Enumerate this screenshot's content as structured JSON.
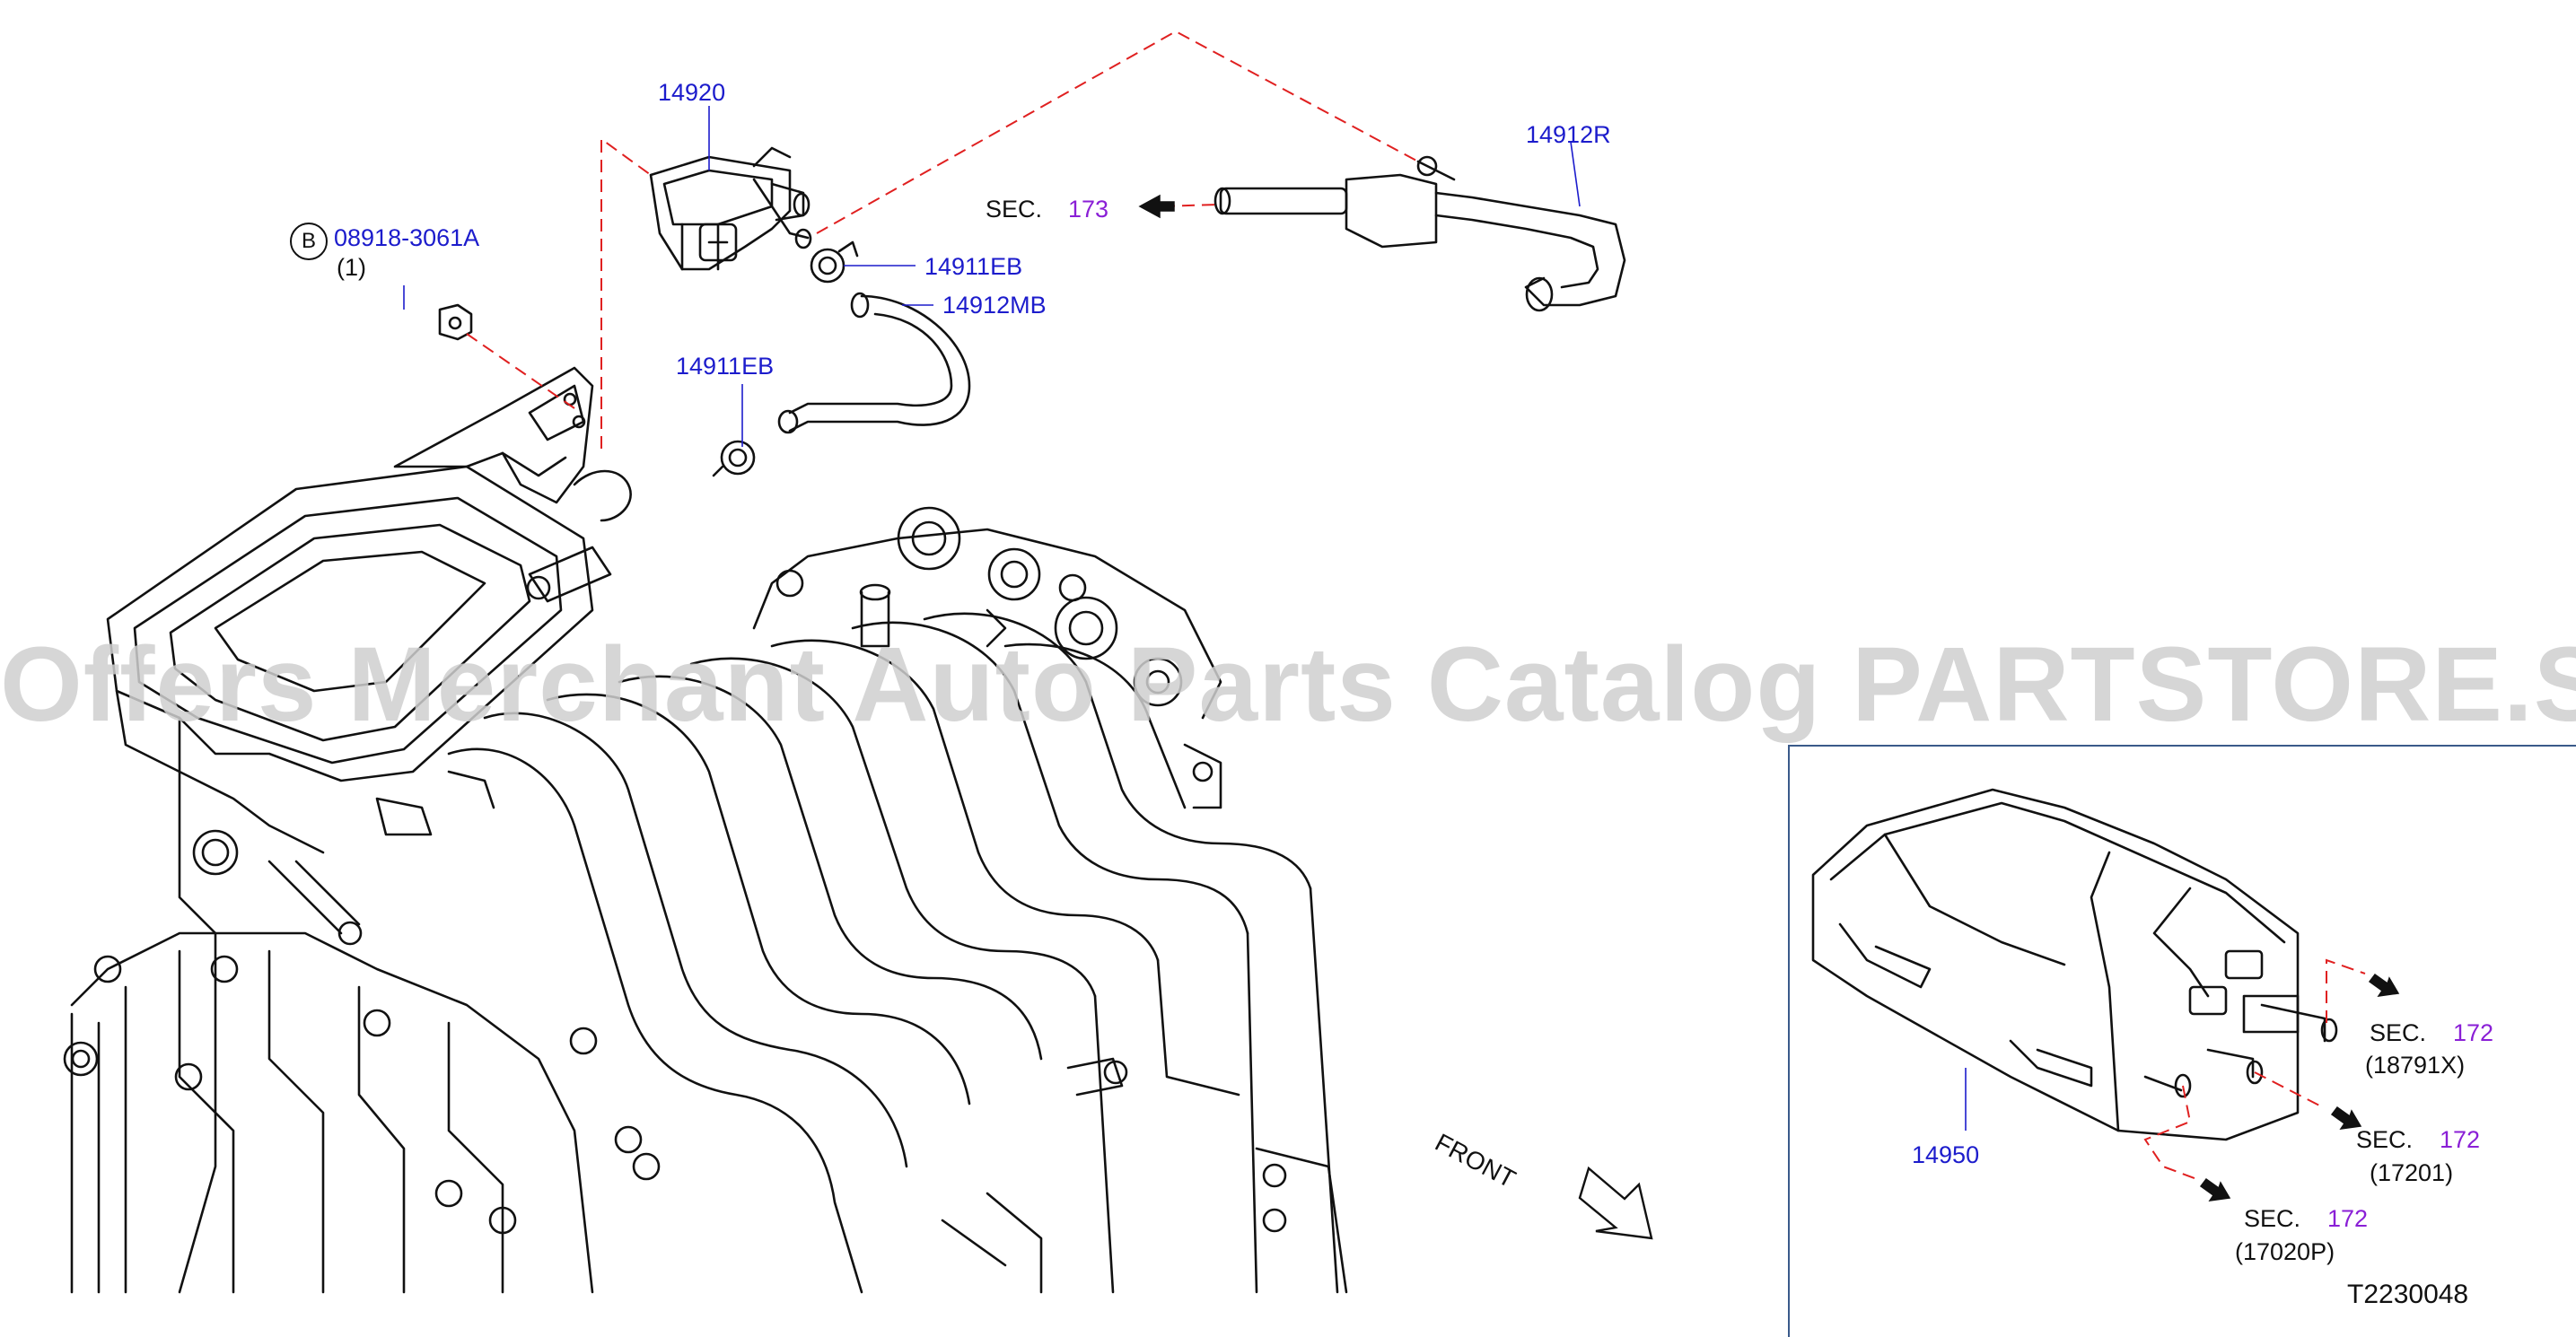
{
  "watermark": "Offers Merchant Auto Parts Catalog PARTSTORE.SA",
  "diagram_id": "T2230048",
  "front_label": "FRONT",
  "fastener": {
    "badge": "B",
    "part_number": "08918-3061A",
    "quantity": "(1)"
  },
  "callouts": [
    {
      "id": "c14920",
      "text": "14920"
    },
    {
      "id": "c14912R",
      "text": "14912R"
    },
    {
      "id": "c14911EB_a",
      "text": "14911EB"
    },
    {
      "id": "c14912MB",
      "text": "14912MB"
    },
    {
      "id": "c14911EB_b",
      "text": "14911EB"
    },
    {
      "id": "c14950",
      "text": "14950"
    }
  ],
  "section_refs": [
    {
      "prefix": "SEC.",
      "section": "173",
      "sub": ""
    },
    {
      "prefix": "SEC.",
      "section": "172",
      "sub": "(18791X)"
    },
    {
      "prefix": "SEC.",
      "section": "172",
      "sub": "(17201)"
    },
    {
      "prefix": "SEC.",
      "section": "172",
      "sub": "(17020P)"
    }
  ],
  "colors": {
    "part_number": "#1c1ccc",
    "section_number": "#8a1fd6",
    "leader_dashed": "#e02020",
    "line_art": "#111111",
    "inset_border": "#3a5a8a"
  }
}
